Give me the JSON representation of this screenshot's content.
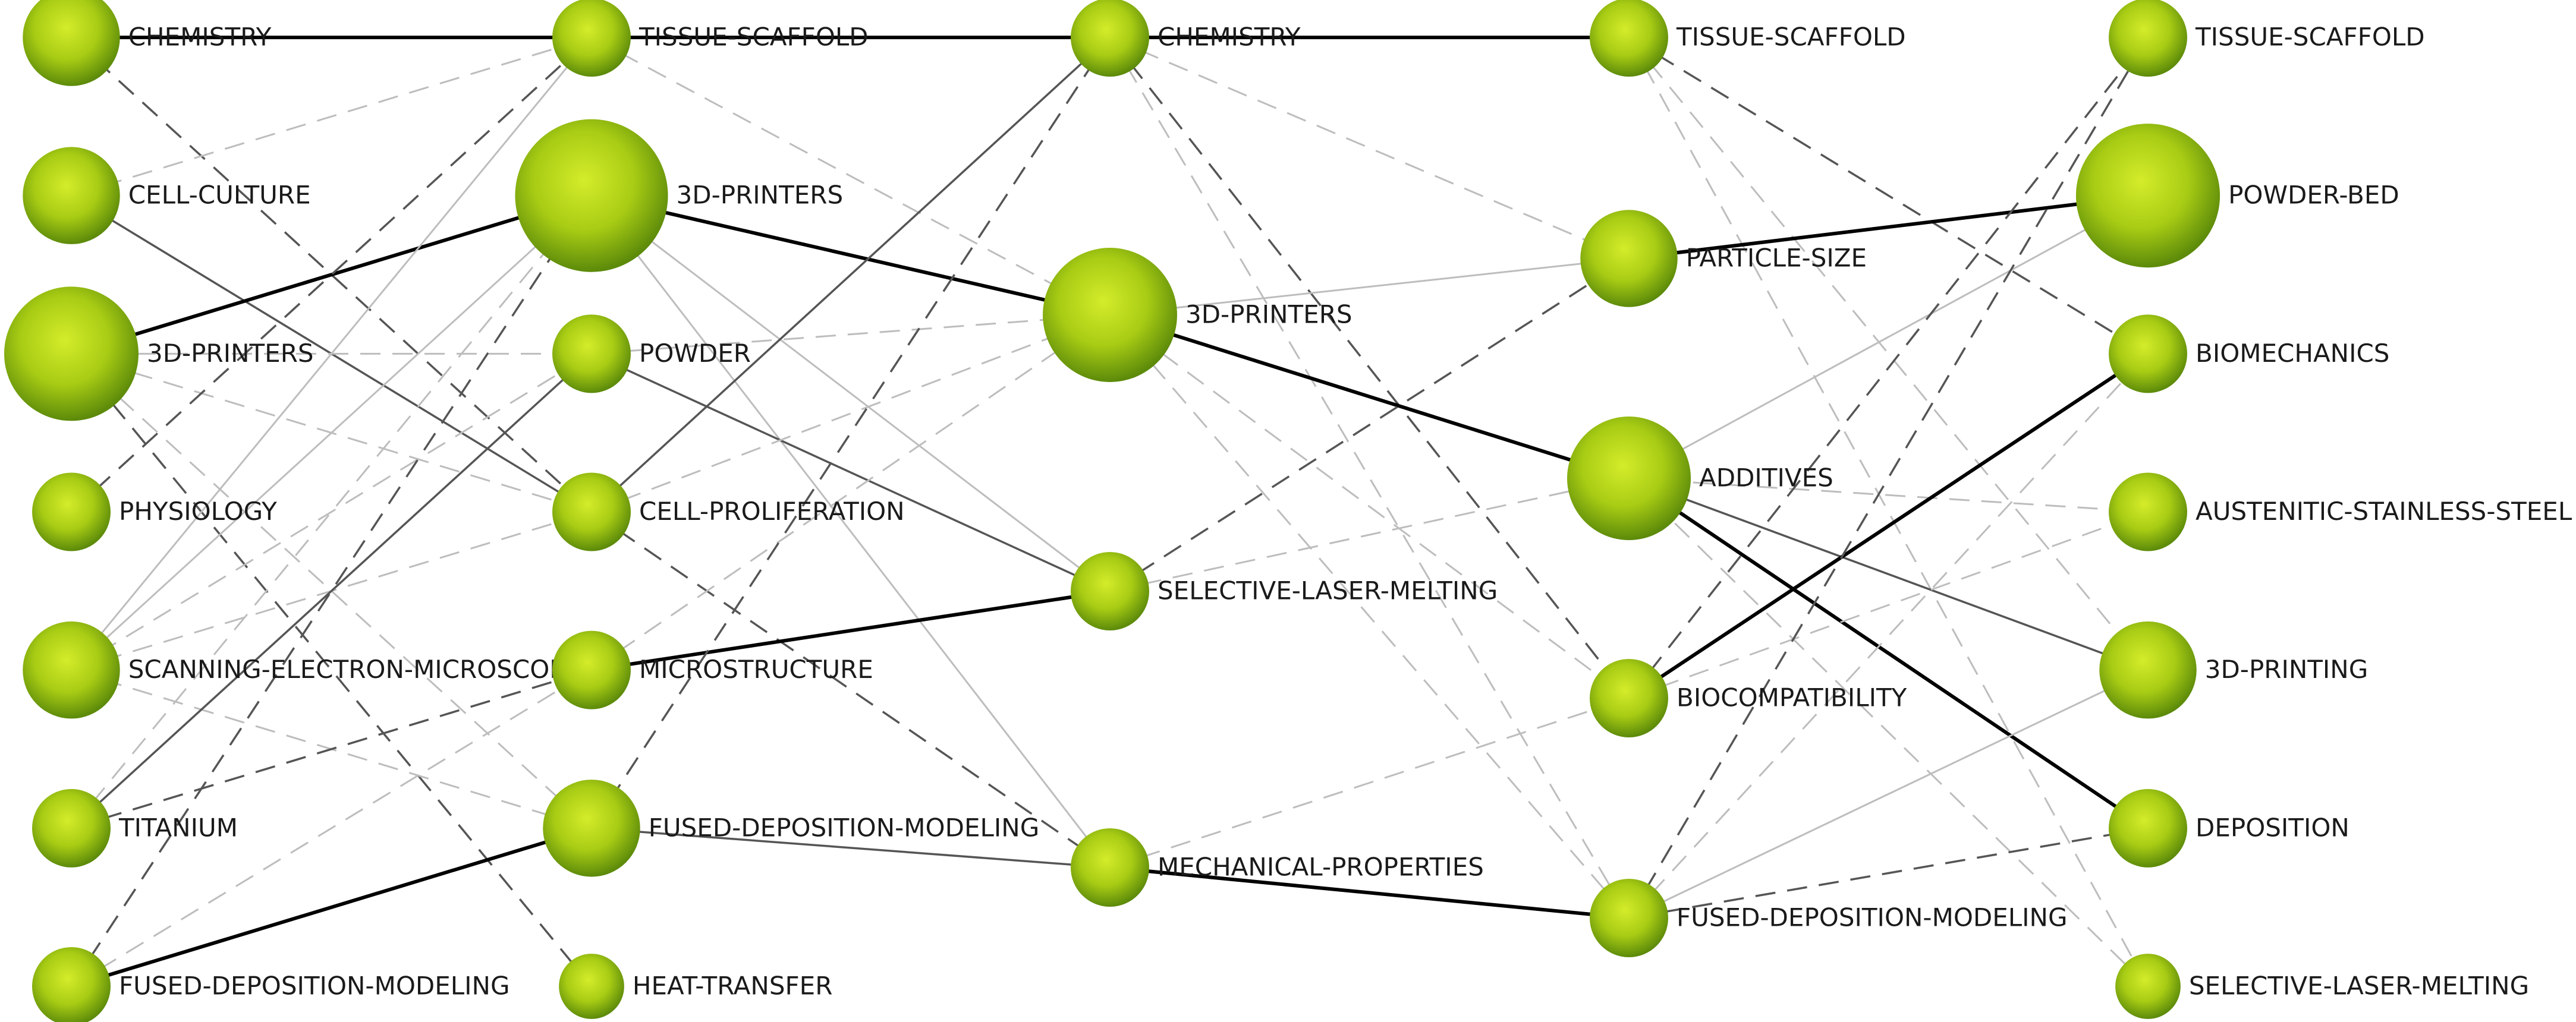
{
  "colors": {
    "node_fill_center": "#d4ec2a",
    "node_fill_mid": "#a8cc14",
    "node_fill_edge": "#5c8a0a",
    "label": "#1a1a1a",
    "edge_dark": "#000000",
    "edge_medium": "#555555",
    "edge_light": "#bdbdbd"
  },
  "columns": [
    {
      "nodes": [
        {
          "id": "c1-chemistry",
          "label": "CHEMISTRY",
          "weight": 2
        },
        {
          "id": "c1-cell-culture",
          "label": "CELL-CULTURE",
          "weight": 2
        },
        {
          "id": "c1-3d-printers",
          "label": "3D-PRINTERS",
          "weight": 5
        },
        {
          "id": "c1-physiology",
          "label": "PHYSIOLOGY",
          "weight": 1
        },
        {
          "id": "c1-sem",
          "label": "SCANNING-ELECTRON-MICROSCOPY",
          "weight": 2
        },
        {
          "id": "c1-titanium",
          "label": "TITANIUM",
          "weight": 1
        },
        {
          "id": "c1-fdm",
          "label": "FUSED-DEPOSITION-MODELING",
          "weight": 1
        }
      ]
    },
    {
      "nodes": [
        {
          "id": "c2-tissue-scaffold",
          "label": "TISSUE-SCAFFOLD",
          "weight": 1
        },
        {
          "id": "c2-3d-printers",
          "label": "3D-PRINTERS",
          "weight": 7
        },
        {
          "id": "c2-powder",
          "label": "POWDER",
          "weight": 1
        },
        {
          "id": "c2-cell-proliferation",
          "label": "CELL-PROLIFERATION",
          "weight": 1
        },
        {
          "id": "c2-microstructure",
          "label": "MICROSTRUCTURE",
          "weight": 1
        },
        {
          "id": "c2-fdm",
          "label": "FUSED-DEPOSITION-MODELING",
          "weight": 2
        },
        {
          "id": "c2-heat-transfer",
          "label": "HEAT-TRANSFER",
          "weight": 0.5
        }
      ]
    },
    {
      "nodes": [
        {
          "id": "c3-chemistry",
          "label": "CHEMISTRY",
          "weight": 1
        },
        {
          "id": "c3-3d-printers",
          "label": "3D-PRINTERS",
          "weight": 5
        },
        {
          "id": "c3-slm",
          "label": "SELECTIVE-LASER-MELTING",
          "weight": 1
        },
        {
          "id": "c3-mechanical-properties",
          "label": "MECHANICAL-PROPERTIES",
          "weight": 1
        }
      ]
    },
    {
      "nodes": [
        {
          "id": "c4-tissue-scaffold",
          "label": "TISSUE-SCAFFOLD",
          "weight": 1
        },
        {
          "id": "c4-particle-size",
          "label": "PARTICLE-SIZE",
          "weight": 2
        },
        {
          "id": "c4-additives",
          "label": "ADDITIVES",
          "weight": 4
        },
        {
          "id": "c4-biocompatibility",
          "label": "BIOCOMPATIBILITY",
          "weight": 1
        },
        {
          "id": "c4-fdm",
          "label": "FUSED-DEPOSITION-MODELING",
          "weight": 1
        }
      ]
    },
    {
      "nodes": [
        {
          "id": "c5-tissue-scaffold",
          "label": "TISSUE-SCAFFOLD",
          "weight": 1
        },
        {
          "id": "c5-powder-bed",
          "label": "POWDER-BED",
          "weight": 6
        },
        {
          "id": "c5-biomechanics",
          "label": "BIOMECHANICS",
          "weight": 1
        },
        {
          "id": "c5-austenitic",
          "label": "AUSTENITIC-STAINLESS-STEEL",
          "weight": 1
        },
        {
          "id": "c5-3d-printing",
          "label": "3D-PRINTING",
          "weight": 2
        },
        {
          "id": "c5-deposition",
          "label": "DEPOSITION",
          "weight": 1
        },
        {
          "id": "c5-slm",
          "label": "SELECTIVE-LASER-MELTING",
          "weight": 0.5
        }
      ]
    }
  ],
  "edges": [
    {
      "from": "c1-chemistry",
      "to": "c2-tissue-scaffold",
      "style": "solid",
      "strength": "strong"
    },
    {
      "from": "c1-chemistry",
      "to": "c2-cell-proliferation",
      "style": "dashed",
      "strength": "medium"
    },
    {
      "from": "c1-cell-culture",
      "to": "c2-tissue-scaffold",
      "style": "dashed",
      "strength": "light"
    },
    {
      "from": "c1-cell-culture",
      "to": "c2-cell-proliferation",
      "style": "solid",
      "strength": "medium"
    },
    {
      "from": "c1-3d-printers",
      "to": "c2-3d-printers",
      "style": "solid",
      "strength": "strong"
    },
    {
      "from": "c1-3d-printers",
      "to": "c2-powder",
      "style": "dashed",
      "strength": "light"
    },
    {
      "from": "c1-3d-printers",
      "to": "c2-cell-proliferation",
      "style": "dashed",
      "strength": "light"
    },
    {
      "from": "c1-3d-printers",
      "to": "c2-fdm",
      "style": "dashed",
      "strength": "light"
    },
    {
      "from": "c1-3d-printers",
      "to": "c2-heat-transfer",
      "style": "dashed",
      "strength": "medium"
    },
    {
      "from": "c1-physiology",
      "to": "c2-tissue-scaffold",
      "style": "dashed",
      "strength": "medium"
    },
    {
      "from": "c1-sem",
      "to": "c2-tissue-scaffold",
      "style": "solid",
      "strength": "light"
    },
    {
      "from": "c1-sem",
      "to": "c2-3d-printers",
      "style": "solid",
      "strength": "light"
    },
    {
      "from": "c1-sem",
      "to": "c2-powder",
      "style": "dashed",
      "strength": "light"
    },
    {
      "from": "c1-sem",
      "to": "c2-cell-proliferation",
      "style": "dashed",
      "strength": "light"
    },
    {
      "from": "c1-sem",
      "to": "c2-fdm",
      "style": "dashed",
      "strength": "light"
    },
    {
      "from": "c1-titanium",
      "to": "c2-powder",
      "style": "solid",
      "strength": "medium"
    },
    {
      "from": "c1-titanium",
      "to": "c2-3d-printers",
      "style": "dashed",
      "strength": "light"
    },
    {
      "from": "c1-titanium",
      "to": "c2-microstructure",
      "style": "dashed",
      "strength": "medium"
    },
    {
      "from": "c1-fdm",
      "to": "c2-fdm",
      "style": "solid",
      "strength": "strong"
    },
    {
      "from": "c1-fdm",
      "to": "c2-3d-printers",
      "style": "dashed",
      "strength": "medium"
    },
    {
      "from": "c1-fdm",
      "to": "c2-microstructure",
      "style": "dashed",
      "strength": "light"
    },
    {
      "from": "c2-tissue-scaffold",
      "to": "c3-chemistry",
      "style": "solid",
      "strength": "strong"
    },
    {
      "from": "c2-tissue-scaffold",
      "to": "c3-3d-printers",
      "style": "dashed",
      "strength": "light"
    },
    {
      "from": "c2-3d-printers",
      "to": "c3-3d-printers",
      "style": "solid",
      "strength": "strong"
    },
    {
      "from": "c2-3d-printers",
      "to": "c3-slm",
      "style": "solid",
      "strength": "light"
    },
    {
      "from": "c2-3d-printers",
      "to": "c3-mechanical-properties",
      "style": "solid",
      "strength": "light"
    },
    {
      "from": "c2-powder",
      "to": "c3-slm",
      "style": "solid",
      "strength": "medium"
    },
    {
      "from": "c2-powder",
      "to": "c3-3d-printers",
      "style": "dashed",
      "strength": "light"
    },
    {
      "from": "c2-cell-proliferation",
      "to": "c3-chemistry",
      "style": "solid",
      "strength": "medium"
    },
    {
      "from": "c2-cell-proliferation",
      "to": "c3-3d-printers",
      "style": "dashed",
      "strength": "light"
    },
    {
      "from": "c2-cell-proliferation",
      "to": "c3-mechanical-properties",
      "style": "dashed",
      "strength": "medium"
    },
    {
      "from": "c2-microstructure",
      "to": "c3-slm",
      "style": "solid",
      "strength": "strong"
    },
    {
      "from": "c2-microstructure",
      "to": "c3-3d-printers",
      "style": "dashed",
      "strength": "light"
    },
    {
      "from": "c2-fdm",
      "to": "c3-mechanical-properties",
      "style": "solid",
      "strength": "medium"
    },
    {
      "from": "c2-fdm",
      "to": "c3-chemistry",
      "style": "dashed",
      "strength": "medium"
    },
    {
      "from": "c3-chemistry",
      "to": "c4-tissue-scaffold",
      "style": "solid",
      "strength": "strong"
    },
    {
      "from": "c3-chemistry",
      "to": "c4-particle-size",
      "style": "dashed",
      "strength": "light"
    },
    {
      "from": "c3-chemistry",
      "to": "c4-biocompatibility",
      "style": "dashed",
      "strength": "medium"
    },
    {
      "from": "c3-chemistry",
      "to": "c4-fdm",
      "style": "dashed",
      "strength": "light"
    },
    {
      "from": "c3-3d-printers",
      "to": "c4-particle-size",
      "style": "solid",
      "strength": "light"
    },
    {
      "from": "c3-3d-printers",
      "to": "c4-additives",
      "style": "solid",
      "strength": "strong"
    },
    {
      "from": "c3-3d-printers",
      "to": "c4-biocompatibility",
      "style": "dashed",
      "strength": "light"
    },
    {
      "from": "c3-3d-printers",
      "to": "c4-fdm",
      "style": "dashed",
      "strength": "light"
    },
    {
      "from": "c3-slm",
      "to": "c4-particle-size",
      "style": "dashed",
      "strength": "medium"
    },
    {
      "from": "c3-slm",
      "to": "c4-additives",
      "style": "dashed",
      "strength": "light"
    },
    {
      "from": "c3-mechanical-properties",
      "to": "c4-fdm",
      "style": "solid",
      "strength": "strong"
    },
    {
      "from": "c3-mechanical-properties",
      "to": "c4-biocompatibility",
      "style": "dashed",
      "strength": "light"
    },
    {
      "from": "c4-tissue-scaffold",
      "to": "c5-biomechanics",
      "style": "dashed",
      "strength": "medium"
    },
    {
      "from": "c4-tissue-scaffold",
      "to": "c5-3d-printing",
      "style": "dashed",
      "strength": "light"
    },
    {
      "from": "c4-tissue-scaffold",
      "to": "c5-slm",
      "style": "dashed",
      "strength": "light"
    },
    {
      "from": "c4-particle-size",
      "to": "c5-powder-bed",
      "style": "solid",
      "strength": "strong"
    },
    {
      "from": "c4-additives",
      "to": "c5-powder-bed",
      "style": "solid",
      "strength": "light"
    },
    {
      "from": "c4-additives",
      "to": "c5-3d-printing",
      "style": "solid",
      "strength": "medium"
    },
    {
      "from": "c4-additives",
      "to": "c5-deposition",
      "style": "solid",
      "strength": "strong"
    },
    {
      "from": "c4-additives",
      "to": "c5-austenitic",
      "style": "dashed",
      "strength": "light"
    },
    {
      "from": "c4-additives",
      "to": "c5-slm",
      "style": "dashed",
      "strength": "light"
    },
    {
      "from": "c4-biocompatibility",
      "to": "c5-biomechanics",
      "style": "solid",
      "strength": "strong"
    },
    {
      "from": "c4-biocompatibility",
      "to": "c5-tissue-scaffold",
      "style": "dashed",
      "strength": "medium"
    },
    {
      "from": "c4-biocompatibility",
      "to": "c5-austenitic",
      "style": "dashed",
      "strength": "light"
    },
    {
      "from": "c4-fdm",
      "to": "c5-deposition",
      "style": "dashed",
      "strength": "medium"
    },
    {
      "from": "c4-fdm",
      "to": "c5-3d-printing",
      "style": "solid",
      "strength": "light"
    },
    {
      "from": "c4-fdm",
      "to": "c5-tissue-scaffold",
      "style": "dashed",
      "strength": "medium"
    },
    {
      "from": "c4-fdm",
      "to": "c5-biomechanics",
      "style": "dashed",
      "strength": "light"
    }
  ]
}
